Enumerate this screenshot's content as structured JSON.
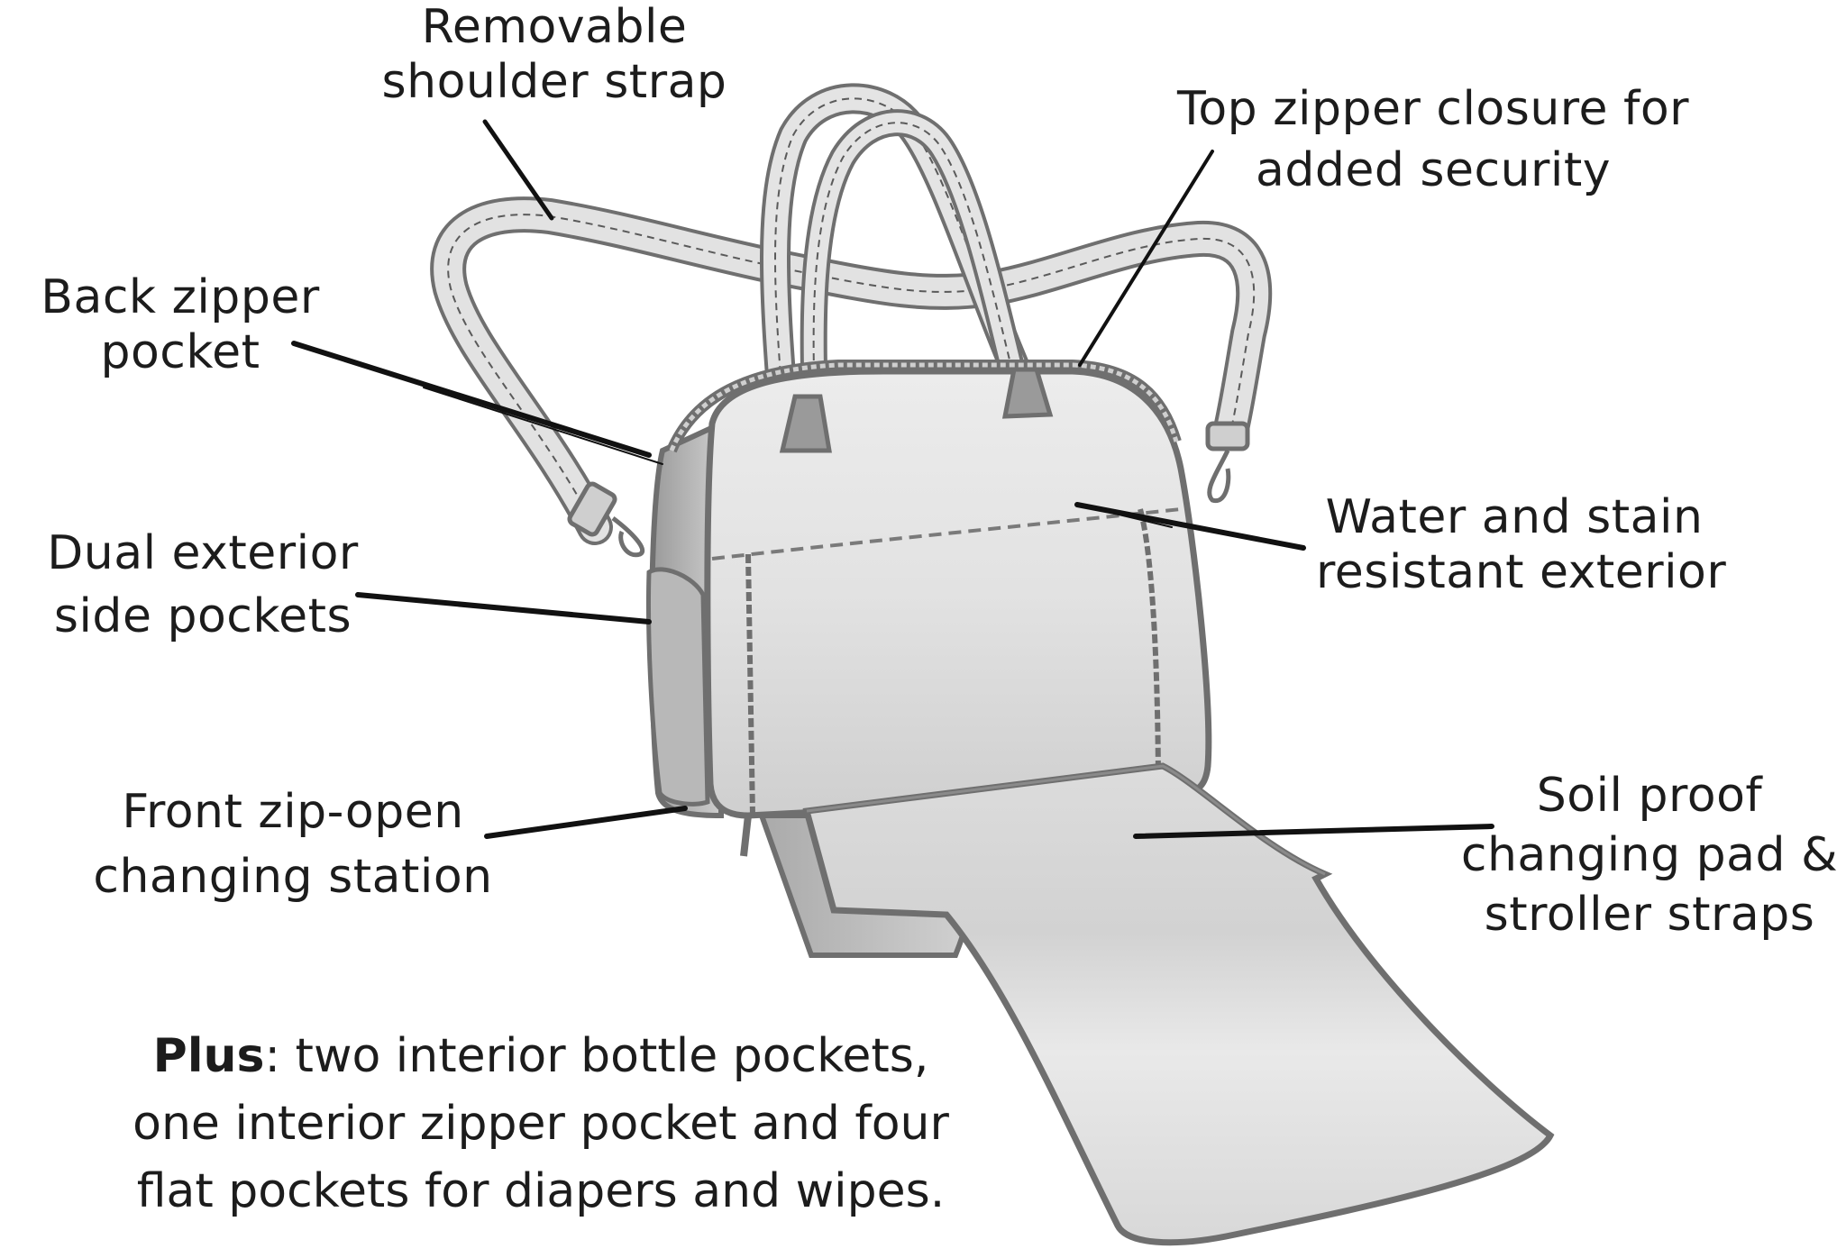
{
  "callouts": {
    "shoulder_strap": [
      "Removable",
      "shoulder strap"
    ],
    "top_zipper": [
      "Top zipper closure for",
      "added security"
    ],
    "back_zipper": [
      "Back zipper",
      "pocket"
    ],
    "water_stain": [
      "Water and stain",
      "resistant exterior"
    ],
    "side_pockets": [
      "Dual exterior",
      "side pockets"
    ],
    "front_station": [
      "Front zip-open",
      "changing station"
    ],
    "soil_proof": [
      "Soil proof",
      "changing pad &",
      "stroller straps"
    ]
  },
  "plus_note": {
    "bold_label": "Plus",
    "line1_rest": ": two interior bottle pockets,",
    "line2": "one interior zipper pocket and four",
    "line3": "flat pockets for diapers and wipes."
  },
  "colors": {
    "outline": "#6f6f6f",
    "fill": "#e4e4e4",
    "stitch": "#5a5a5a",
    "leader": "#111111"
  }
}
